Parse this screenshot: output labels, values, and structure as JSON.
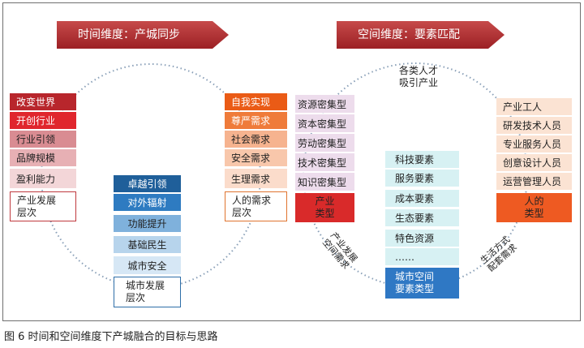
{
  "banners": {
    "time": "时间维度：产城同步",
    "space": "空间维度：要素匹配"
  },
  "industry_levels": {
    "items": [
      "改变世界",
      "开创行业",
      "行业引领",
      "品牌规模",
      "盈利能力"
    ],
    "label_line1": "产业发展",
    "label_line2": "层次"
  },
  "city_levels": {
    "items": [
      "卓越引领",
      "对外辐射",
      "功能提升",
      "基础民生",
      "城市安全"
    ],
    "label_line1": "城市发展",
    "label_line2": "层次"
  },
  "human_needs": {
    "items": [
      "自我实现",
      "尊严需求",
      "社会需求",
      "安全需求",
      "生理需求"
    ],
    "label_line1": "人的需求",
    "label_line2": "层次"
  },
  "industry_types": {
    "items": [
      "资源密集型",
      "资本密集型",
      "劳动密集型",
      "技术密集型",
      "知识密集型"
    ],
    "label_line1": "产业",
    "label_line2": "类型"
  },
  "space_elements": {
    "items": [
      "科技要素",
      "服务要素",
      "成本要素",
      "生态要素",
      "特色资源",
      "……"
    ],
    "label_line1": "城市空间",
    "label_line2": "要素类型"
  },
  "people_types": {
    "items": [
      "产业工人",
      "研发技术人员",
      "专业服务人员",
      "创意设计人员",
      "运营管理人员"
    ],
    "label_line1": "人的",
    "label_line2": "类型"
  },
  "annotations": {
    "top_line1": "各类人才",
    "top_line2": "吸引产业",
    "left_line1": "产业发展",
    "left_line2": "空间需求",
    "right_line1": "生活方式",
    "right_line2": "配套需求"
  },
  "caption": "图 6  时间和空间维度下产城融合的目标与思路",
  "colors": {
    "banner": "#a8272b",
    "dotted": "#8aa0b8"
  }
}
